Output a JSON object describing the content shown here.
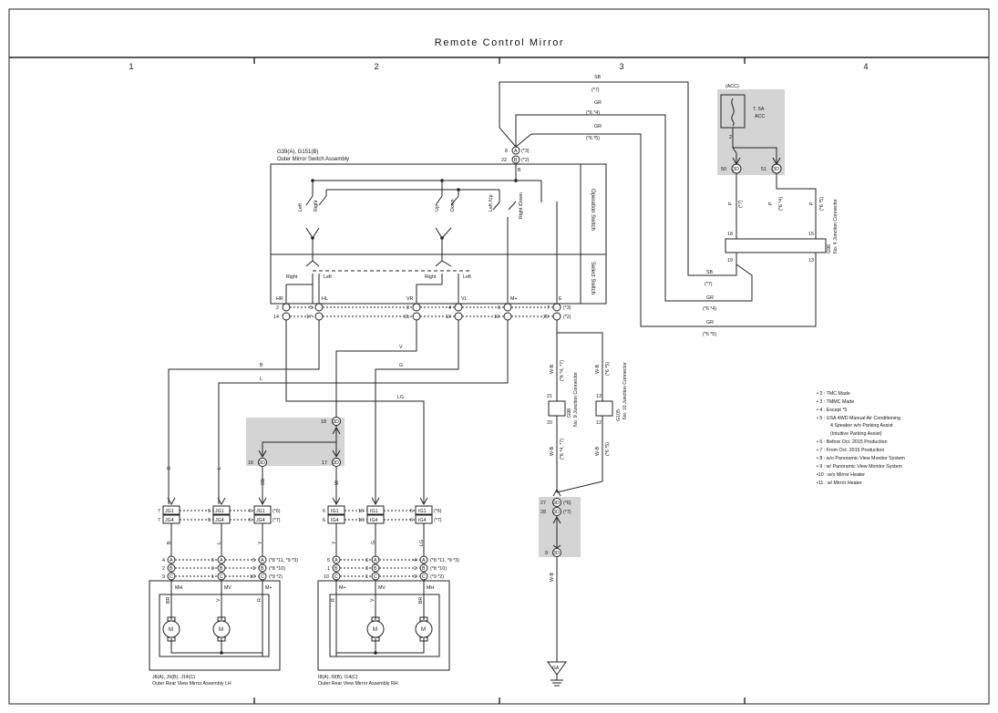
{
  "title": "Remote Control Mirror",
  "columns": [
    "1",
    "2",
    "3",
    "4"
  ],
  "switch_assembly": {
    "connector": "G39(A), G151(B)",
    "name": "Outer Mirror Switch Assembly",
    "operation_label": "Operation Switch",
    "select_label": "Select Switch",
    "top_pins": {
      "a_pin": "8",
      "a_letter": "A",
      "a_note": "(*3)",
      "b_pin": "22",
      "b_letter": "B",
      "b_note": "(*2)",
      "wire_b": "B"
    },
    "switch_labels": {
      "left1": "Left",
      "right1": "Right",
      "up": "Up",
      "down": "Down",
      "left_up": "Left /Up",
      "right_down": "Right /Down",
      "sel_right": "Right",
      "sel_left": "Left",
      "sel_right2": "Right",
      "sel_left2": "Left"
    },
    "terminals": [
      "HR",
      "HL",
      "VR",
      "VL",
      "M+",
      "E"
    ],
    "pin_row_a": [
      "2",
      "5",
      "3",
      "4",
      "6",
      "7"
    ],
    "pin_row_b": [
      "14",
      "17",
      "15",
      "16",
      "19",
      "20"
    ],
    "letter_a": "A",
    "letter_b": "B",
    "note_a": "(*3)",
    "note_b": "(*2)"
  },
  "wires": {
    "sb_top": "SB",
    "sb_top_note": "(*7)",
    "gr_top1": "GR",
    "gr_top1_note": "(*6 *4)",
    "gr_top2": "GR",
    "gr_top2_note": "(*6 *5)",
    "b": "B",
    "l": "L",
    "v": "V",
    "g": "G",
    "lg": "LG",
    "sb_right": "SB",
    "sb_right_note": "(*7)",
    "gr_right1": "GR",
    "gr_right1_note": "(*6 *4)",
    "gr_right2": "GR",
    "gr_right2_note": "(*6 *5)",
    "wb": "W-B",
    "wb_note_a": "(*6 *4, *7)",
    "wb_note_b": "(*6 *5)",
    "wb_note_c": "(*6 *4, *7)",
    "wb_note_d": "(*6 *5)",
    "p": "P",
    "p_note_a": "(*7)",
    "p_note_b": "(*6 *4)",
    "p_note_c": "(*6 *5)",
    "lh_wire_b": "B",
    "lh_wire_l": "L",
    "lh_wire_sb": "SB",
    "lh_wire_b2": "B",
    "lh_wire_l2": "L",
    "lh_wire_y": "Y",
    "rh_wire_w": "W",
    "rh_wire_y": "Y",
    "rh_wire_g": "G",
    "rh_wire_lg": "LG",
    "lh_br": "BR",
    "lh_v": "V",
    "lh_r": "R",
    "rh_r": "R",
    "rh_v": "V",
    "rh_br": "BR"
  },
  "fuse": {
    "acc": "(ACC)",
    "rating": "7. 5A",
    "name": "ACC",
    "pin": "2",
    "pin50": "50",
    "pin51": "51",
    "code": "3D"
  },
  "junction4": {
    "code": "G96",
    "name": "No. 4 Junction Connector",
    "pins": [
      "18",
      "15",
      "19",
      "13"
    ]
  },
  "junction9": {
    "code": "G98",
    "name": "No. 9 Junction Connector",
    "pin_top": "21",
    "pin_bot": "20"
  },
  "junction10": {
    "code": "G105",
    "name": "No. 10 Junction Connector",
    "pin_top": "13",
    "pin_bot": "12"
  },
  "splice_center": {
    "code": "3D",
    "pin18": "18",
    "pin16": "16",
    "pin17": "17"
  },
  "splice_right": {
    "code": "3D",
    "pin27": "27",
    "pin27_note": "(*6)",
    "pin28": "28",
    "pin28_note": "(*7)",
    "pin9": "9"
  },
  "lh_connectors": {
    "jg1": "JG1",
    "jg4": "JG4",
    "rows": [
      {
        "p1": "7",
        "p2": "5",
        "p3": "6",
        "note": "(*6)"
      },
      {
        "p1": "7",
        "p2": "5",
        "p3": "6",
        "note": "(*7)"
      }
    ],
    "mirror_rows": [
      {
        "p1": "4",
        "l1": "A",
        "p2": "6",
        "l2": "A",
        "p3": "5",
        "l3": "A",
        "note": "(*8 *11, *9 *3)"
      },
      {
        "p1": "2",
        "l1": "B",
        "p2": "3",
        "l2": "B",
        "p3": "1",
        "l3": "B",
        "note": "(*8 *10)"
      },
      {
        "p1": "9",
        "l1": "C",
        "p2": "1",
        "l2": "C",
        "p3": "10",
        "l3": "C",
        "note": "(*9 *2)"
      }
    ],
    "terms": [
      "MH",
      "MV",
      "M+"
    ],
    "mirror_code": "J8(A), J9(B), J14(C)",
    "mirror_name": "Outer Rear View Mirror Assembly LH"
  },
  "rh_connectors": {
    "ig1": "IG1",
    "ig4": "IG4",
    "rows": [
      {
        "p1": "6",
        "p2": "16",
        "p3": "6",
        "note": "(*6)"
      },
      {
        "p1": "6",
        "p2": "16",
        "p3": "6",
        "note": "(*7)"
      }
    ],
    "mirror_rows": [
      {
        "p1": "5",
        "l1": "A",
        "p2": "6",
        "l2": "A",
        "p3": "4",
        "l3": "A",
        "note": "(*8 *11, *9 *3)"
      },
      {
        "p1": "1",
        "l1": "B",
        "p2": "3",
        "l2": "B",
        "p3": "2",
        "l3": "B",
        "note": "(*8 *10)"
      },
      {
        "p1": "10",
        "l1": "C",
        "p2": "1",
        "l2": "C",
        "p3": "9",
        "l3": "C",
        "note": "(*9 *2)"
      }
    ],
    "terms": [
      "M+",
      "MV",
      "MH"
    ],
    "mirror_code": "I8(A), I9(B), I14(C)",
    "mirror_name": "Outer Rear View Mirror Assembly RH"
  },
  "motor_label": "M",
  "ground": "GA",
  "notes": [
    "• 2 : TMC Made",
    "• 3 : TMMC Made",
    "• 4 : Except *5",
    "• 5 : USA 4WD Manual Air Conditioning",
    "4 Speaker w/o Parking Assist",
    "(Intuitive Parking Assist)",
    "• 6 : Before Oct.  2015 Production",
    "• 7 : From Oct.  2015 Production",
    "• 8 : w/o Panoramic View Monitor System",
    "• 9 : w/ Panoramic View Monitor System",
    "•10 : w/o Mirror Heater",
    "•11 : w/ Mirror Heater"
  ]
}
